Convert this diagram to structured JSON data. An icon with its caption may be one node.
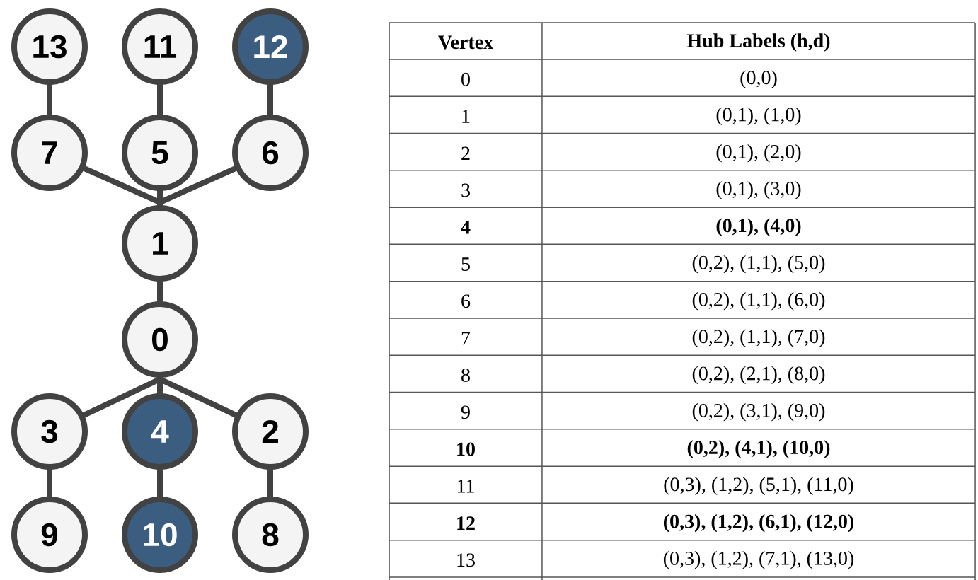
{
  "diagram": {
    "nodes": [
      {
        "text": [
          "13"
        ]
      },
      {
        "text": [
          "11"
        ]
      },
      {
        "text": [
          "12"
        ]
      },
      {
        "text": [
          "7"
        ]
      },
      {
        "text": [
          "5"
        ]
      },
      {
        "text": [
          "6"
        ]
      },
      {
        "text": [
          "1"
        ]
      },
      {
        "text": [
          "0"
        ]
      },
      {
        "text": [
          "3"
        ]
      },
      {
        "text": [
          "4"
        ]
      },
      {
        "text": [
          "2"
        ]
      },
      {
        "text": [
          "9"
        ]
      },
      {
        "text": [
          "10"
        ]
      },
      {
        "text": [
          "8"
        ]
      }
    ],
    "edges": [
      {
        "from": 0,
        "to": 3,
        "arrow": "none"
      },
      {
        "from": 1,
        "to": 4,
        "arrow": "none"
      },
      {
        "from": 2,
        "to": 5,
        "arrow": "none"
      },
      {
        "from": 3,
        "to": 6,
        "arrow": "none"
      },
      {
        "from": 4,
        "to": 6,
        "arrow": "none"
      },
      {
        "from": 5,
        "to": 6,
        "arrow": "none"
      },
      {
        "from": 6,
        "to": 7,
        "arrow": "none"
      },
      {
        "from": 7,
        "to": 8,
        "arrow": "none"
      },
      {
        "from": 7,
        "to": 9,
        "arrow": "none"
      },
      {
        "from": 7,
        "to": 10,
        "arrow": "none"
      },
      {
        "from": 8,
        "to": 11,
        "arrow": "none"
      },
      {
        "from": 9,
        "to": 12,
        "arrow": "none"
      },
      {
        "from": 10,
        "to": 13,
        "arrow": "none"
      }
    ],
    "labels": [
      "Vertex",
      "Hub Labels (h,d)",
      "0",
      "(0,0)",
      "1",
      "(0,1), (1,0)",
      "2",
      "(0,1), (2,0)",
      "3",
      "(0,1), (3,0)",
      "**4**",
      "**(0,1), (4,0)**",
      "5",
      "(0,2), (1,1), (5,0)",
      "6",
      "(0,2), (1,1), (6,0)",
      "7",
      "(0,2), (1,1), (7,0)",
      "8",
      "(0,2), (2,1), (8,0)",
      "9",
      "(0,2), (3,1), (9,0)",
      "**10**",
      "**(0,2), (4,1), (10,0)**",
      "11",
      "(0,3), (1,2), (5,1), (11,0)",
      "**12**",
      "**(0,3), (1,2), (6,1), (12,0)**",
      "13",
      "(0,3), (1,2), (7,1), (13,0)"
    ]
  }
}
